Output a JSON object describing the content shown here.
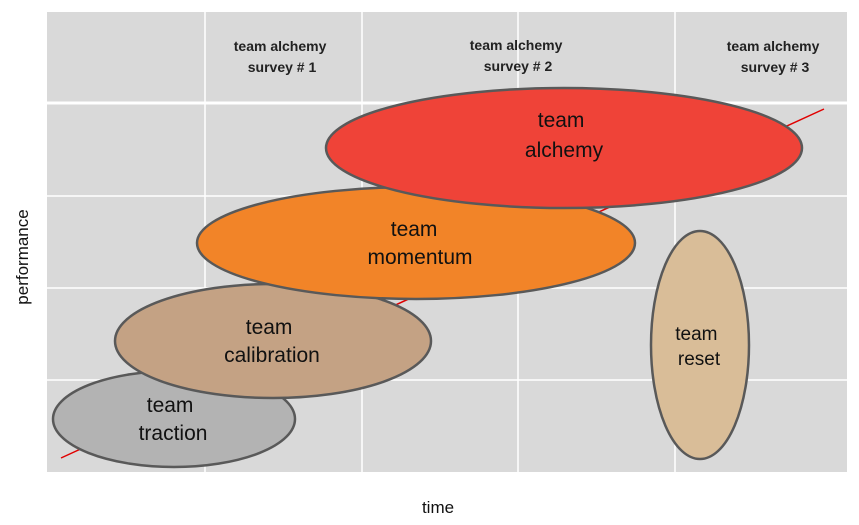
{
  "diagram": {
    "x_axis_label": "time",
    "y_axis_label": "performance",
    "surveys": [
      {
        "line1": "team alchemy",
        "line2": "survey # 1"
      },
      {
        "line1": "team alchemy",
        "line2": "survey # 2"
      },
      {
        "line1": "team alchemy",
        "line2": "survey # 3"
      }
    ],
    "stages": [
      {
        "line1": "team",
        "line2": "traction",
        "color": "#b3b3b3"
      },
      {
        "line1": "team",
        "line2": "calibration",
        "color": "#c4a284"
      },
      {
        "line1": "team",
        "line2": "momentum",
        "color": "#f28428"
      },
      {
        "line1": "team",
        "line2": "alchemy",
        "color": "#ef4338"
      },
      {
        "line1": "team",
        "line2": "reset",
        "color": "#d9bd98"
      }
    ],
    "colors": {
      "plot_background": "#d9d9d9",
      "gridline": "#ffffff",
      "ellipse_outline": "#595959",
      "trend_line": "#e00000"
    }
  }
}
